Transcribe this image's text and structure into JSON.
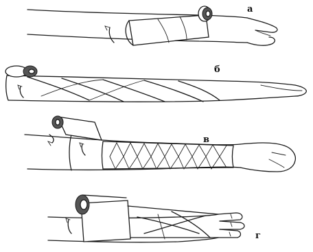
{
  "figure": {
    "panels": [
      {
        "id": "a",
        "label": "а"
      },
      {
        "id": "b",
        "label": "б"
      },
      {
        "id": "v",
        "label": "в"
      },
      {
        "id": "g",
        "label": "г"
      }
    ]
  }
}
